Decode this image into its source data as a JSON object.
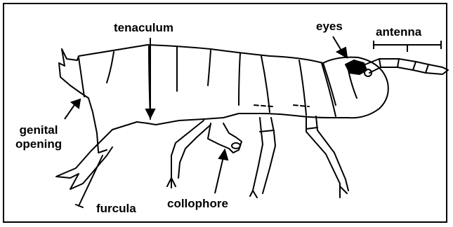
{
  "labels": {
    "tenaculum": "tenaculum",
    "eyes": "eyes",
    "antenna": "antenna",
    "genital_line1": "genital",
    "genital_line2": "opening",
    "furcula": "furcula",
    "collophore": "collophore"
  },
  "colors": {
    "ink": "#000000",
    "background": "#ffffff"
  }
}
